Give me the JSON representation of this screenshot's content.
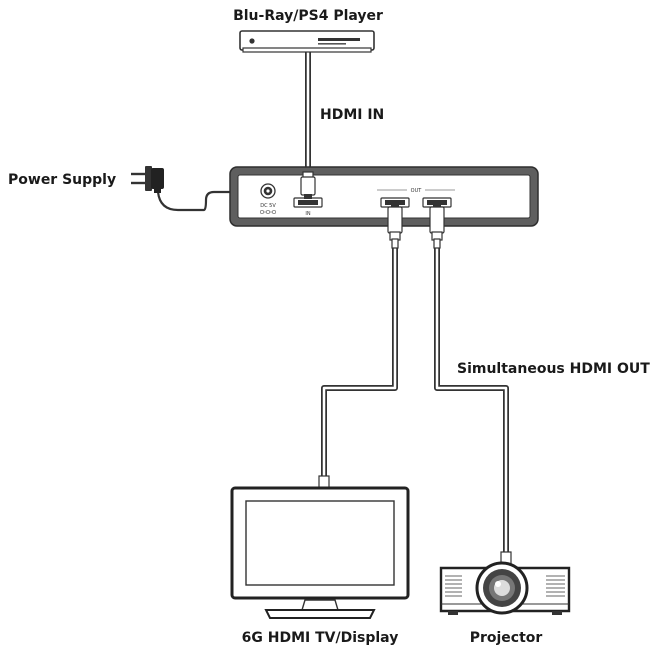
{
  "labels": {
    "source_player": "Blu-Ray/PS4 Player",
    "hdmi_in": "HDMI IN",
    "power_supply": "Power Supply",
    "simultaneous_out": "Simultaneous HDMI OUT",
    "tv_display": "6G HDMI TV/Display",
    "projector": "Projector"
  },
  "device_panel": {
    "dc_label": "DC 5V",
    "in_label": "IN",
    "out_label": "OUT"
  },
  "colors": {
    "device_frame": "#5f5f5f",
    "device_face": "#ffffff",
    "cable": "#9a9a9a",
    "outline": "#333333"
  }
}
